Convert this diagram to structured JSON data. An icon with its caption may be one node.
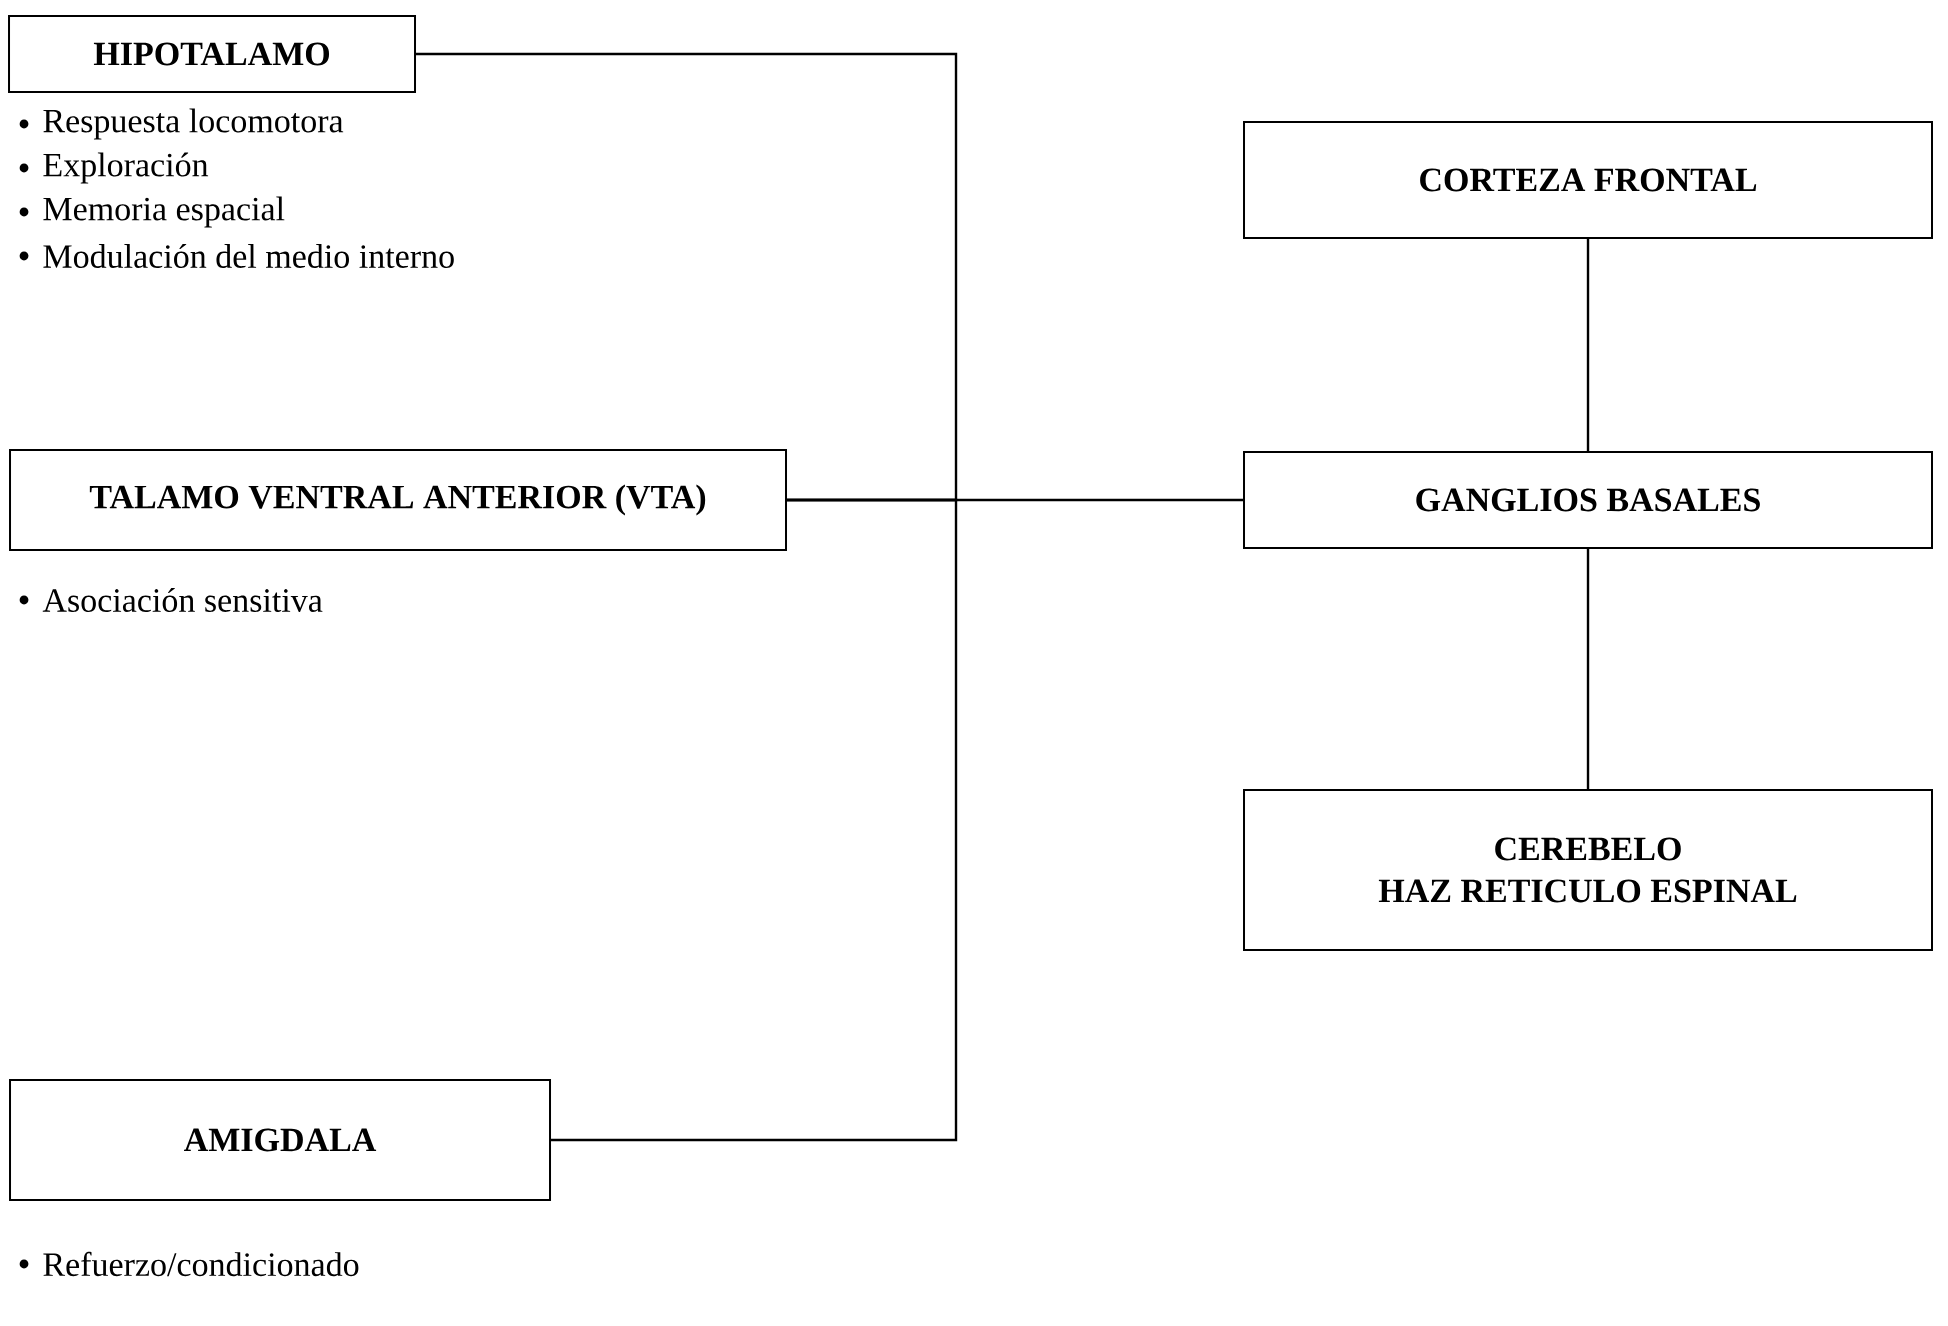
{
  "diagram": {
    "nodes": [
      {
        "text": [
          "HIPOTALAMO"
        ],
        "beside": [
          "Respuesta locomotora",
          "Exploración",
          "Memoria espacial",
          "Modulación del medio interno"
        ]
      },
      {
        "text": [
          "CORTEZA FRONTAL"
        ]
      },
      {
        "text": [
          "TALAMO VENTRAL ANTERIOR (VTA)"
        ],
        "beside": [
          "Asociación sensitiva"
        ]
      },
      {
        "text": [
          "GANGLIOS BASALES"
        ]
      },
      {
        "text": [
          "CEREBELO",
          "HAZ RETICULO ESPINAL"
        ]
      },
      {
        "text": [
          "AMIGDALA"
        ],
        "beside": [
          "Refuerzo/condicionado"
        ]
      }
    ],
    "edges": [
      {
        "from": 0,
        "to": 2,
        "arrow": "none"
      },
      {
        "from": 2,
        "to": 3,
        "arrow": "none"
      },
      {
        "from": 5,
        "to": 2,
        "arrow": "none"
      },
      {
        "from": 1,
        "to": 3,
        "arrow": "none"
      },
      {
        "from": 3,
        "to": 4,
        "arrow": "none"
      }
    ]
  }
}
